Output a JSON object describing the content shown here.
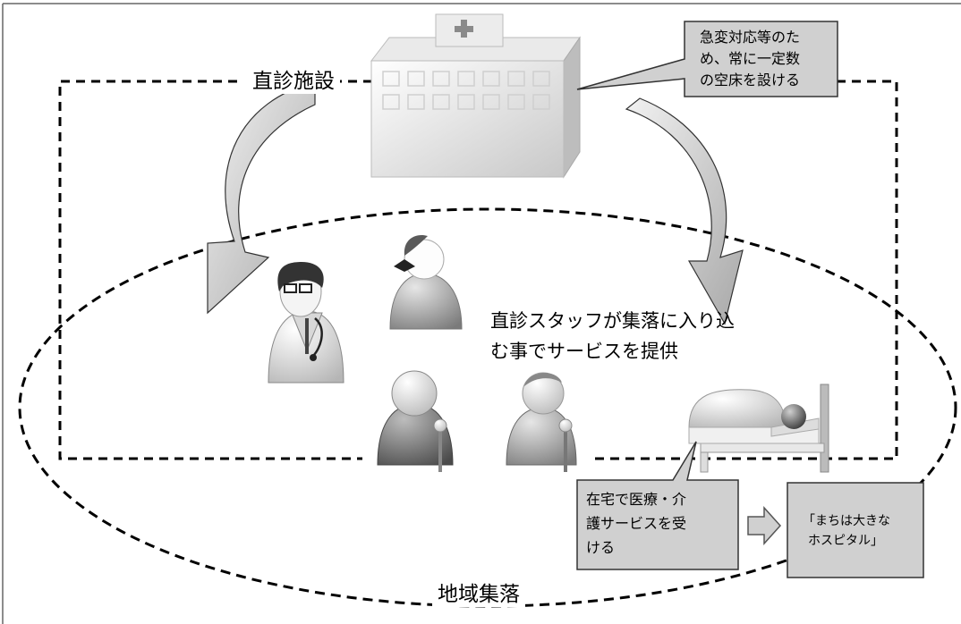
{
  "labels": {
    "facility": "直診施設",
    "community": "地域集落"
  },
  "staff_text": {
    "line1": "直診スタッフが集落に入り込",
    "line2": "む事でサービスを提供"
  },
  "callout_beds": {
    "line1": "急変対応等のた",
    "line2": "め、常に一定数",
    "line3": "の空床を設ける"
  },
  "callout_home": {
    "line1": "在宅で医療・介",
    "line2": "護サービスを受",
    "line3": "ける"
  },
  "callout_town": {
    "line1": "「まちは大きな",
    "line2": "ホスピタル」"
  },
  "icons": [
    "hospital-icon",
    "doctor-icon",
    "nurse-icon",
    "elderly-person-icon",
    "elderly-person-icon",
    "patient-in-bed-icon",
    "curved-arrow-icon",
    "block-arrow-icon"
  ],
  "colors": {
    "callout_fill": "#d0d0d0",
    "stroke": "#000000"
  }
}
